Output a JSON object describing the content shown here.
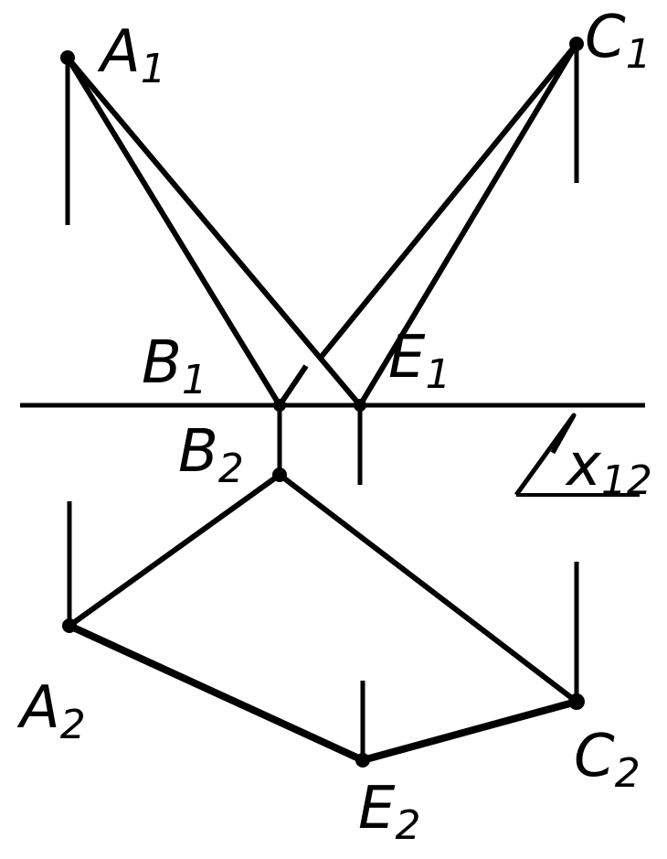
{
  "diagram": {
    "stroke_color": "#000000",
    "background": "#ffffff",
    "axis_label": {
      "main": "x",
      "sub": "12"
    },
    "labels": [
      {
        "id": "A1",
        "main": "A",
        "sub": "1"
      },
      {
        "id": "C1",
        "main": "C",
        "sub": "1"
      },
      {
        "id": "B1",
        "main": "B",
        "sub": "1"
      },
      {
        "id": "E1",
        "main": "E",
        "sub": "1"
      },
      {
        "id": "B2",
        "main": "B",
        "sub": "2"
      },
      {
        "id": "A2",
        "main": "A",
        "sub": "2"
      },
      {
        "id": "C2",
        "main": "C",
        "sub": "2"
      },
      {
        "id": "E2",
        "main": "E",
        "sub": "2"
      }
    ]
  }
}
